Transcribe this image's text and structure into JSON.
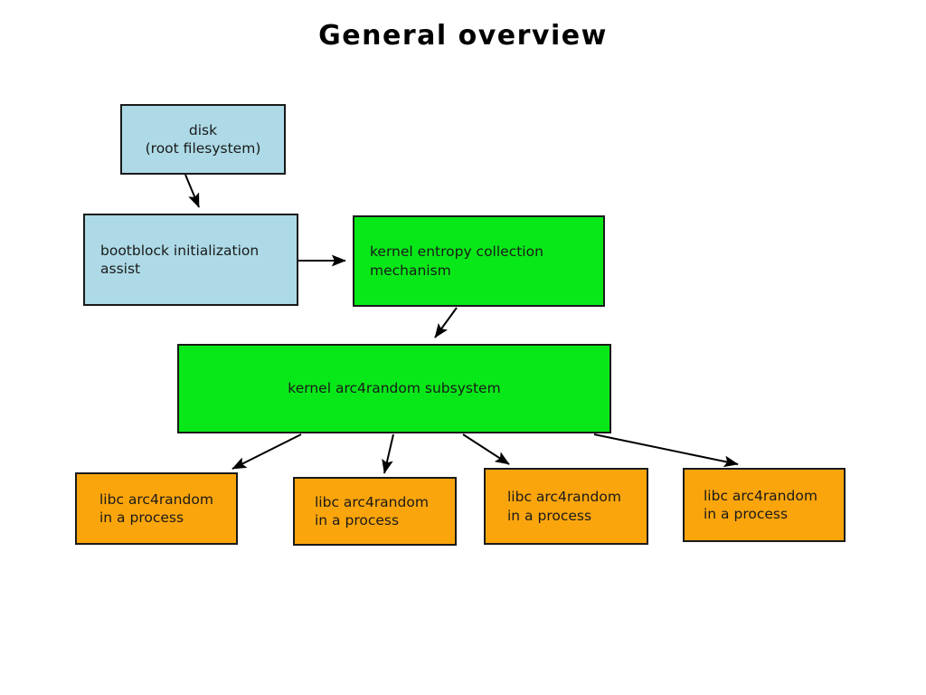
{
  "title": "General overview",
  "colors": {
    "disk_fill": "#addae6",
    "bootblock_fill": "#addae6",
    "kernel_fill": "#08e818",
    "libc_fill": "#fba50c",
    "stroke": "#1a1a1a",
    "background": "#ffffff"
  },
  "nodes": {
    "disk": {
      "line1": "disk",
      "line2": "(root filesystem)"
    },
    "bootblock": {
      "line1": "bootblock initialization",
      "line2": "assist"
    },
    "entropy": {
      "line1": "kernel entropy collection",
      "line2": "mechanism"
    },
    "subsystem": {
      "line1": "kernel arc4random subsystem"
    },
    "libc1": {
      "line1": "libc arc4random",
      "line2": "in a process"
    },
    "libc2": {
      "line1": "libc arc4random",
      "line2": "in a process"
    },
    "libc3": {
      "line1": "libc arc4random",
      "line2": "in a process"
    },
    "libc4": {
      "line1": "libc arc4random",
      "line2": "in a process"
    }
  },
  "edges": [
    {
      "name": "disk-to-bootblock",
      "from": "disk",
      "to": "bootblock"
    },
    {
      "name": "bootblock-to-entropy",
      "from": "bootblock",
      "to": "entropy"
    },
    {
      "name": "entropy-to-subsystem",
      "from": "entropy",
      "to": "subsystem"
    },
    {
      "name": "subsystem-to-libc1",
      "from": "subsystem",
      "to": "libc1"
    },
    {
      "name": "subsystem-to-libc2",
      "from": "subsystem",
      "to": "libc2"
    },
    {
      "name": "subsystem-to-libc3",
      "from": "subsystem",
      "to": "libc3"
    },
    {
      "name": "subsystem-to-libc4",
      "from": "subsystem",
      "to": "libc4"
    }
  ]
}
